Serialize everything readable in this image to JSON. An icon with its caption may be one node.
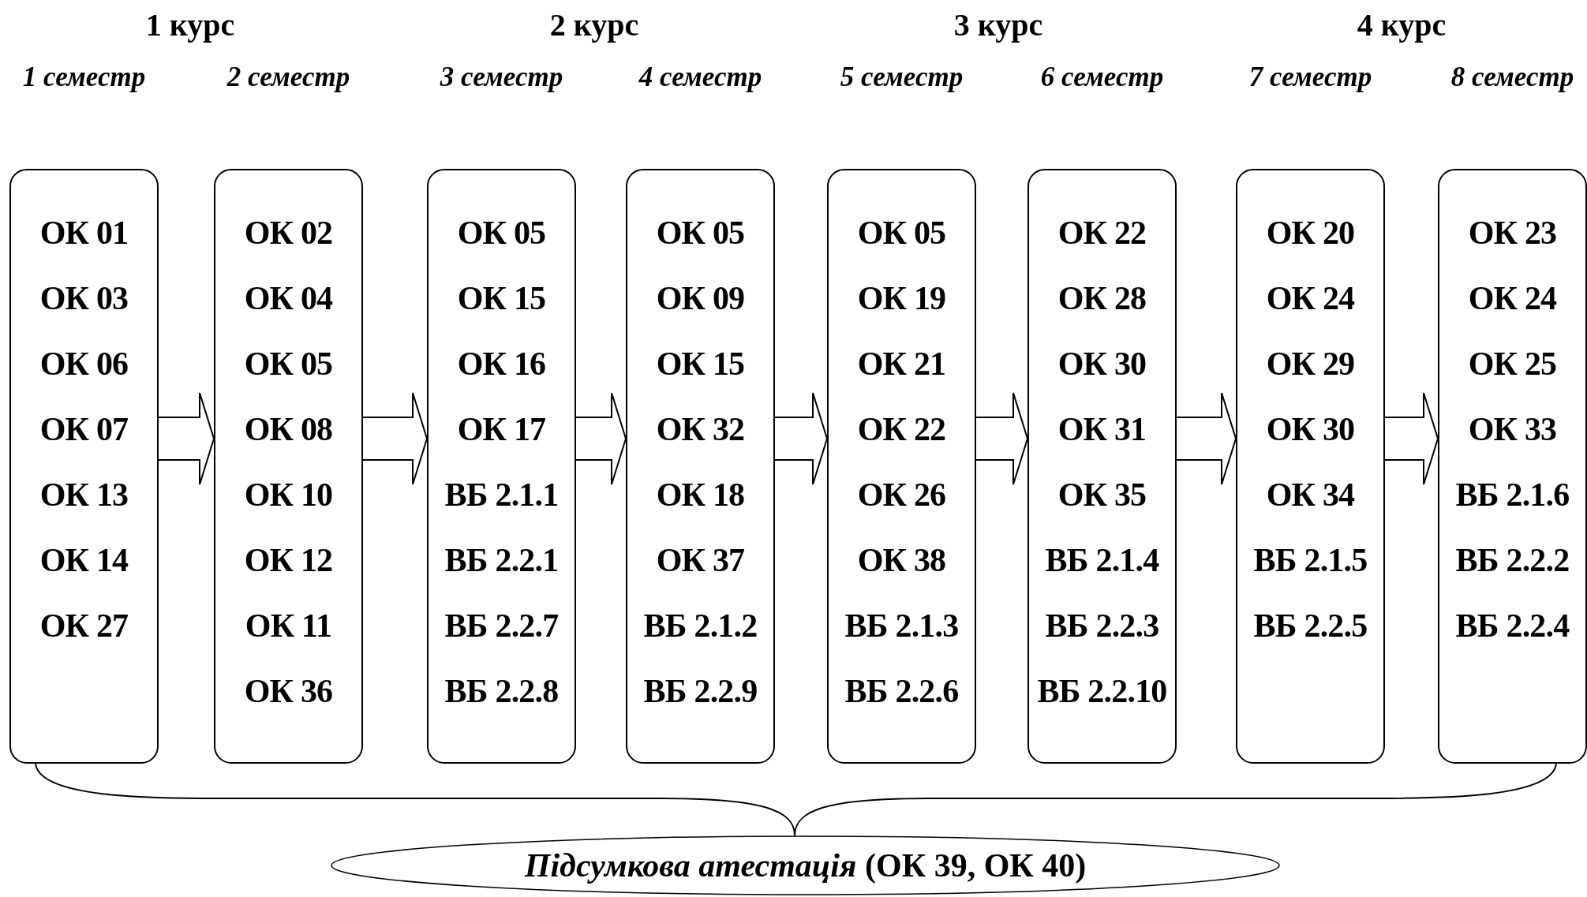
{
  "diagram": {
    "nodes": [
      {
        "text": [
          "ОК 01",
          "ОК 03",
          "ОК 06",
          "ОК 07",
          "ОК 13",
          "ОК 14",
          "ОК 27"
        ],
        "beside": [
          "1 семестр"
        ]
      },
      {
        "text": [
          "ОК 02",
          "ОК 04",
          "ОК 05",
          "ОК 08",
          "ОК 10",
          "ОК 12",
          "ОК 11",
          "ОК 36"
        ],
        "beside": [
          "2 семестр"
        ]
      },
      {
        "text": [
          "ОК 05",
          "ОК 15",
          "ОК 16",
          "ОК 17",
          "ВБ 2.1.1",
          "ВБ 2.2.1",
          "ВБ 2.2.7",
          "ВБ 2.2.8"
        ],
        "beside": [
          "3 семестр"
        ]
      },
      {
        "text": [
          "ОК 05",
          "ОК 09",
          "ОК 15",
          "ОК 32",
          "ОК 18",
          "ОК 37",
          "ВБ 2.1.2",
          "ВБ 2.2.9"
        ],
        "beside": [
          "4 семестр"
        ]
      },
      {
        "text": [
          "ОК 05",
          "ОК 19",
          "ОК 21",
          "ОК 22",
          "ОК 26",
          "ОК 38",
          "ВБ 2.1.3",
          "ВБ 2.2.6"
        ],
        "beside": [
          "5 семестр"
        ]
      },
      {
        "text": [
          "ОК 22",
          "ОК 28",
          "ОК 30",
          "ОК 31",
          "ОК 35",
          "ВБ 2.1.4",
          "ВБ 2.2.3",
          "ВБ 2.2.10"
        ],
        "beside": [
          "6 семестр"
        ]
      },
      {
        "text": [
          "ОК 20",
          "ОК 24",
          "ОК 29",
          "ОК 30",
          "ОК 34",
          "ВБ 2.1.5",
          "ВБ 2.2.5"
        ],
        "beside": [
          "7 семестр"
        ]
      },
      {
        "text": [
          "ОК 23",
          "ОК 24",
          "ОК 25",
          "ОК 33",
          "ВБ 2.1.6",
          "ВБ 2.2.2",
          "ВБ 2.2.4"
        ],
        "beside": [
          "8 семестр"
        ]
      },
      {
        "text": [
          "*Підсумкова атестація* (ОК 39, ОК 40)"
        ]
      }
    ],
    "edges": [
      {
        "from": 0,
        "to": 1,
        "arrow": "to"
      },
      {
        "from": 1,
        "to": 2,
        "arrow": "to"
      },
      {
        "from": 2,
        "to": 3,
        "arrow": "to"
      },
      {
        "from": 3,
        "to": 4,
        "arrow": "to"
      },
      {
        "from": 4,
        "to": 5,
        "arrow": "to"
      },
      {
        "from": 5,
        "to": 6,
        "arrow": "to"
      },
      {
        "from": 6,
        "to": 7,
        "arrow": "to"
      }
    ],
    "labels": [
      "1 курс",
      "2 курс",
      "3 курс",
      "4 курс"
    ]
  }
}
